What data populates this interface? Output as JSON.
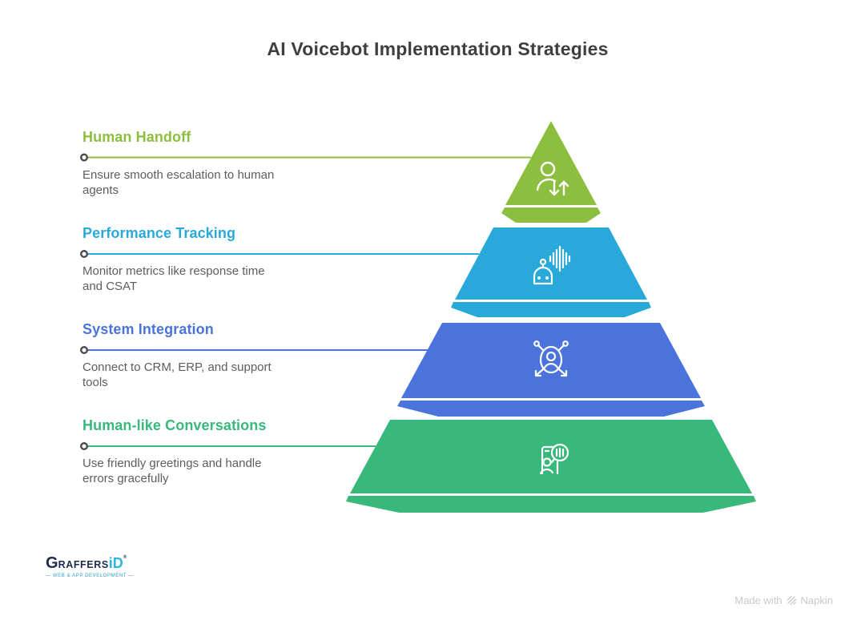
{
  "title": "AI Voicebot Implementation Strategies",
  "sections": [
    {
      "heading": "Human Handoff",
      "description": "Ensure smooth escalation to human agents",
      "color": "#8cbf3f",
      "icon": "person-handoff-arrows-icon"
    },
    {
      "heading": "Performance Tracking",
      "description": "Monitor metrics like response time and CSAT",
      "color": "#29a9d9",
      "icon": "voicebot-soundwave-icon"
    },
    {
      "heading": "System Integration",
      "description": "Connect to CRM, ERP, and support tools",
      "color": "#4a73db",
      "icon": "user-connections-icon"
    },
    {
      "heading": "Human-like Conversations",
      "description": "Use friendly greetings and handle errors gracefully",
      "color": "#38b87b",
      "icon": "person-chat-bubble-icon"
    }
  ],
  "footer": {
    "logo_part1": "G",
    "logo_part2": "RAFFERS",
    "logo_part3": "iD",
    "logo_reg": "®",
    "logo_tagline": "— WEB & APP DEVELOPMENT —",
    "made_with": "Made with",
    "made_with_brand": "Napkin"
  },
  "colors": {
    "title_text": "#3f3f3f",
    "description_text": "#5d5d5d",
    "marker_ring": "#4a4a4a",
    "made_with_text": "#c9c9c9",
    "logo_navy": "#1d2b4f",
    "logo_cyan": "#2ab4e8"
  }
}
